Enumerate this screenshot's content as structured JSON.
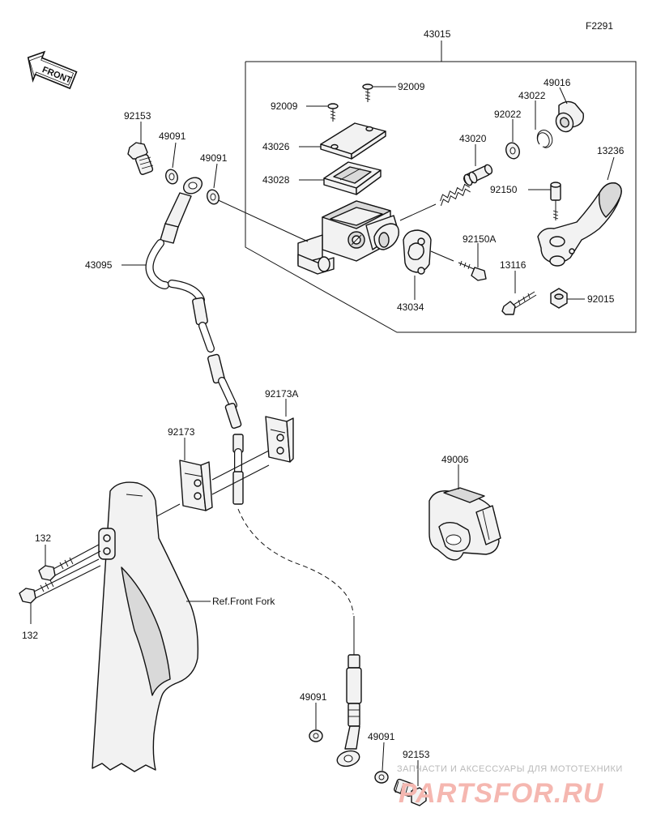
{
  "diagram_code": "F2291",
  "front_label": "FRONT",
  "ref_label": "Ref.Front Fork",
  "watermark": {
    "line1": "ЗАПЧАСТИ И АКСЕССУАРЫ ДЛЯ МОТОТЕХНИКИ",
    "line2": "PARTSFOR.RU"
  },
  "parts": {
    "p43015": "43015",
    "p92009a": "92009",
    "p92009b": "92009",
    "p43026": "43026",
    "p43028": "43028",
    "p43020": "43020",
    "p49016": "49016",
    "p43022": "43022",
    "p92022": "92022",
    "p13236": "13236",
    "p92150": "92150",
    "p92150A": "92150A",
    "p13116": "13116",
    "p92015": "92015",
    "p43034": "43034",
    "p92153a": "92153",
    "p49091a": "49091",
    "p49091b": "49091",
    "p43095": "43095",
    "p92173A": "92173A",
    "p92173": "92173",
    "p49006": "49006",
    "p132a": "132",
    "p132b": "132",
    "p49091c": "49091",
    "p49091d": "49091",
    "p92153b": "92153"
  }
}
